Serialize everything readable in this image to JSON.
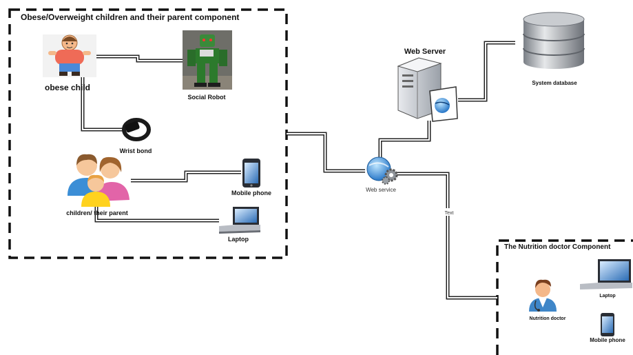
{
  "left_group": {
    "title": "Obese/Overweight children and their parent component",
    "obese_child": "obese child",
    "social_robot": "Social Robot",
    "wrist_bond": "Wrist bond",
    "children_parent": "children/ their parent",
    "mobile_phone": "Mobile phone",
    "laptop": "Laptop"
  },
  "center": {
    "web_server": "Web Server",
    "system_database": "System database",
    "web_service": "Web service",
    "link_text": "Text"
  },
  "right_group": {
    "title": "The Nutrition doctor Component",
    "nutrition_doctor": "Nutrition doctor",
    "laptop": "Laptop",
    "mobile_phone": "Mobile phone"
  }
}
